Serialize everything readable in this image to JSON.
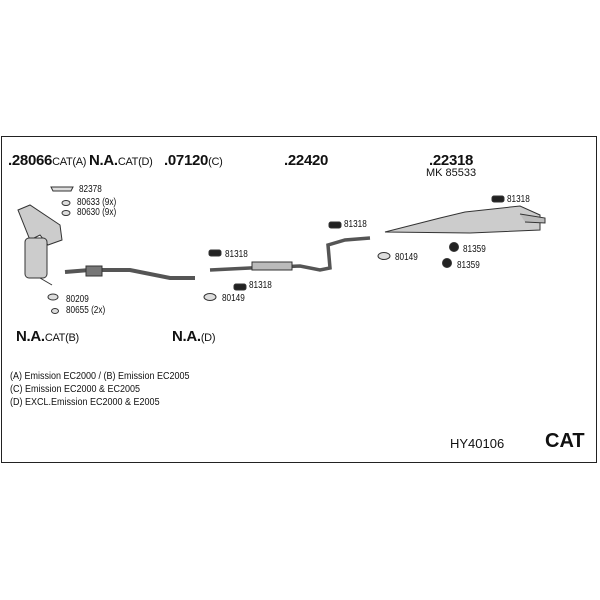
{
  "headers": [
    {
      "num": ".28066",
      "suffix": "CAT(A)"
    },
    {
      "num": "N.A.",
      "suffix": "CAT(D)"
    },
    {
      "num": ".07120",
      "suffix": "(C)"
    },
    {
      "num": ".22420",
      "suffix": ""
    },
    {
      "num": ".22318",
      "suffix": ""
    },
    {
      "num": "N.A.",
      "suffix": "CAT(B)"
    },
    {
      "num": "N.A.",
      "suffix": "(D)"
    }
  ],
  "mk": "MK  85533",
  "parts": [
    "82378",
    "80633 (9x)",
    "80630 (9x)",
    "80209",
    "80655 (2x)",
    "81318",
    "81318",
    "80149",
    "81318",
    "80149",
    "81318",
    "81359",
    "81359"
  ],
  "notes": [
    "(A) Emission EC2000 / (B) Emission EC2005",
    "(C) Emission EC2000 & EC2005",
    "(D) EXCL.Emission EC2000 & E2005"
  ],
  "code": "HY40106",
  "badge": "CAT"
}
